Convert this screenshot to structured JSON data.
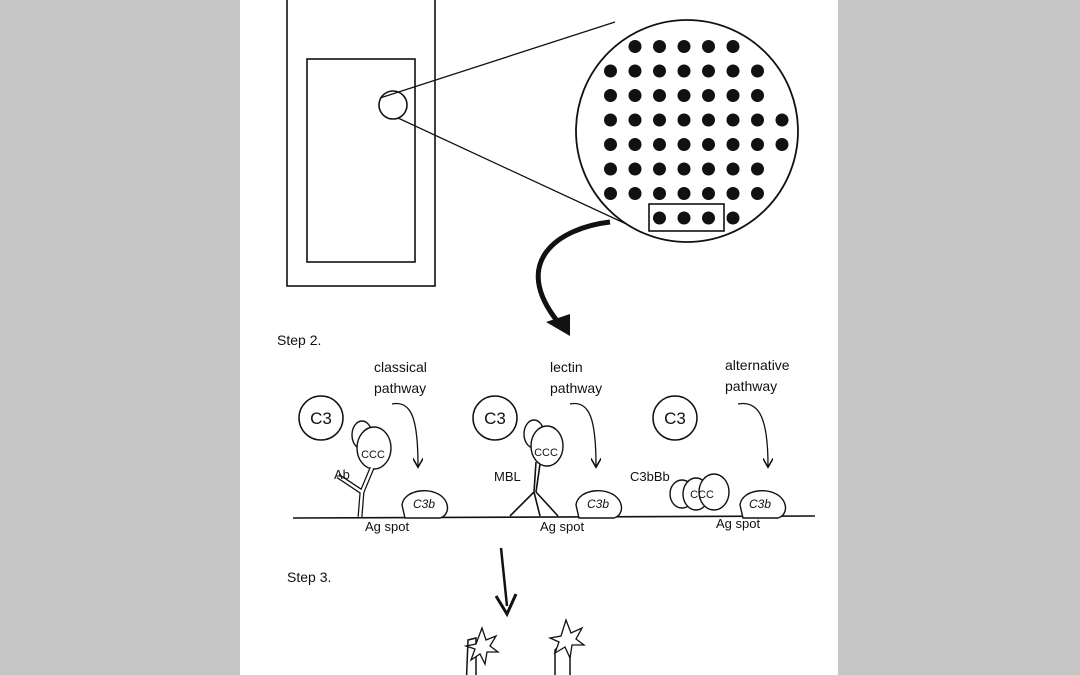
{
  "steps": {
    "step2": "Step 2.",
    "step3": "Step 3."
  },
  "pathways": [
    {
      "name_line1": "classical",
      "name_line2": "pathway",
      "c3": "C3",
      "ccc": "CCC",
      "binder": "Ab",
      "c3b": "C3b",
      "spot": "Ag spot"
    },
    {
      "name_line1": "lectin",
      "name_line2": "pathway",
      "c3": "C3",
      "ccc": "CCC",
      "binder": "MBL",
      "c3b": "C3b",
      "spot": "Ag spot"
    },
    {
      "name_line1": "alternative",
      "name_line2": "pathway",
      "c3": "C3",
      "ccc": "CCC",
      "binder": "C3bBb",
      "c3b": "C3b",
      "spot": "Ag spot"
    }
  ]
}
